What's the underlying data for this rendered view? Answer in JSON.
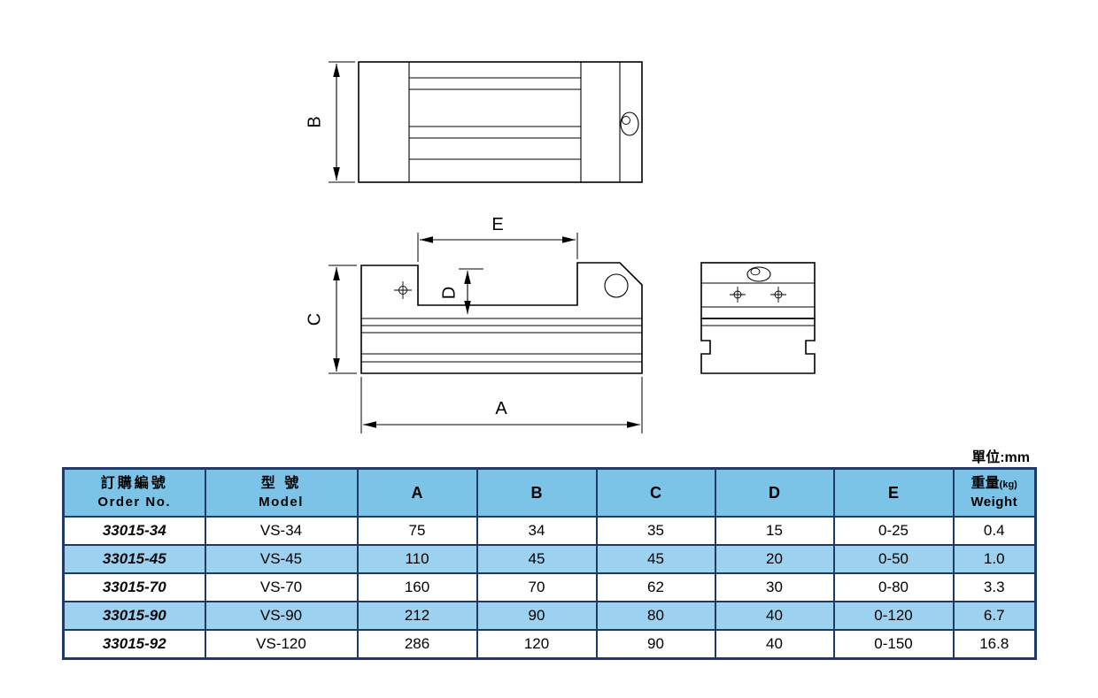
{
  "unit_note": "單位:mm",
  "diagram": {
    "labels": {
      "A": "A",
      "B": "B",
      "C": "C",
      "D": "D",
      "E": "E"
    }
  },
  "table": {
    "header": {
      "order_no_zh": "訂購編號",
      "order_no_en": "Order No.",
      "model_zh": "型 號",
      "model_en": "Model",
      "dims": [
        "A",
        "B",
        "C",
        "D",
        "E"
      ],
      "weight_zh": "重量",
      "weight_kg": "(kg)",
      "weight_en": "Weight"
    },
    "rows": [
      {
        "order_no": "33015-34",
        "model": "VS-34",
        "A": "75",
        "B": "34",
        "C": "35",
        "D": "15",
        "E": "0-25",
        "weight": "0.4"
      },
      {
        "order_no": "33015-45",
        "model": "VS-45",
        "A": "110",
        "B": "45",
        "C": "45",
        "D": "20",
        "E": "0-50",
        "weight": "1.0"
      },
      {
        "order_no": "33015-70",
        "model": "VS-70",
        "A": "160",
        "B": "70",
        "C": "62",
        "D": "30",
        "E": "0-80",
        "weight": "3.3"
      },
      {
        "order_no": "33015-90",
        "model": "VS-90",
        "A": "212",
        "B": "90",
        "C": "80",
        "D": "40",
        "E": "0-120",
        "weight": "6.7"
      },
      {
        "order_no": "33015-92",
        "model": "VS-120",
        "A": "286",
        "B": "120",
        "C": "90",
        "D": "40",
        "E": "0-150",
        "weight": "16.8"
      }
    ]
  },
  "colors": {
    "header_blue": "#7CC3E8",
    "stripe_blue": "#9CD2F0",
    "table_border": "#1E3A66",
    "drawing_line": "#000000"
  }
}
